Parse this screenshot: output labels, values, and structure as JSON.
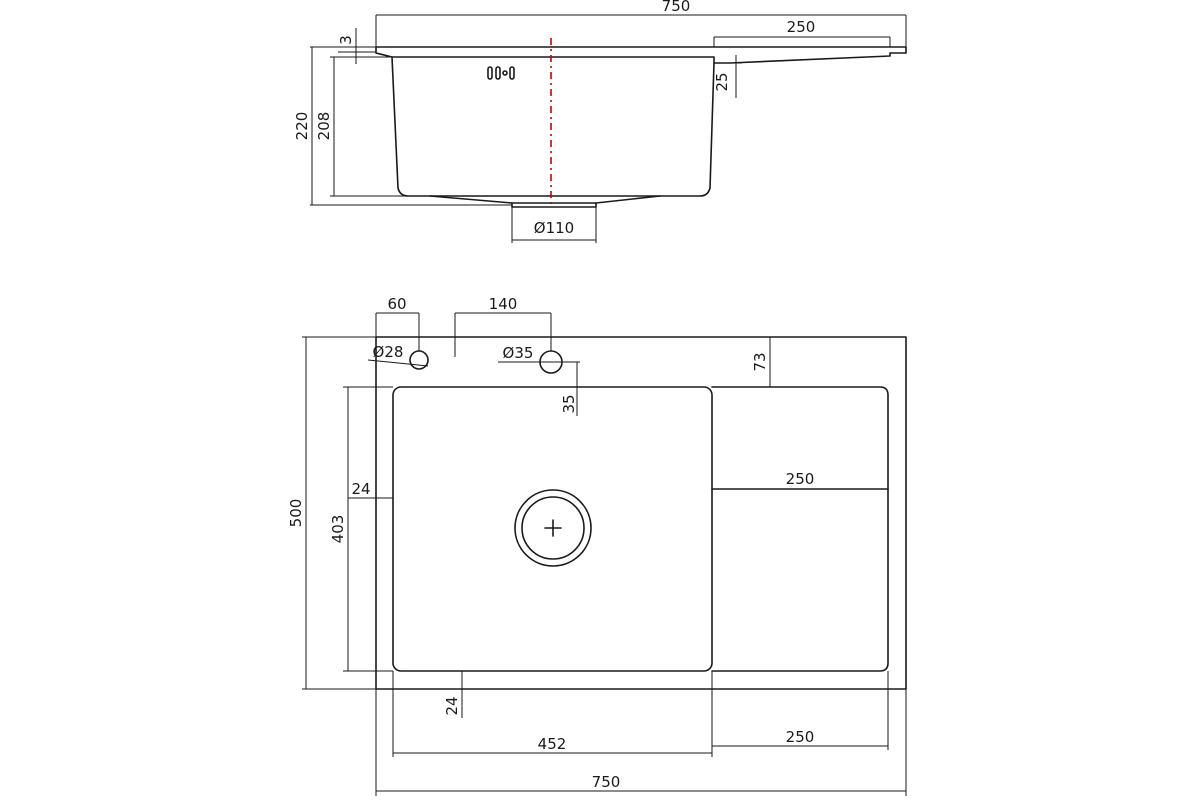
{
  "side_view": {
    "width_total": "750",
    "drainboard_width": "250",
    "top_thickness": "3",
    "total_depth": "220",
    "bowl_depth": "208",
    "drainboard_step": "25",
    "outlet_diameter": "Ø110"
  },
  "top_view": {
    "hole1_offset": "60",
    "hole2_offset": "140",
    "hole1_diameter": "Ø28",
    "hole2_diameter": "Ø35",
    "back_margin": "73",
    "hole_to_bowl": "35",
    "side_margin": "24",
    "total_length": "500",
    "bowl_length": "403",
    "front_margin": "24",
    "drainboard_width": "250",
    "bowl_width": "452",
    "drainboard_width_bottom": "250",
    "width_total": "750"
  },
  "colors": {
    "line": "#1a1a1a",
    "center_axis": "#cc0000",
    "background": "#ffffff"
  }
}
